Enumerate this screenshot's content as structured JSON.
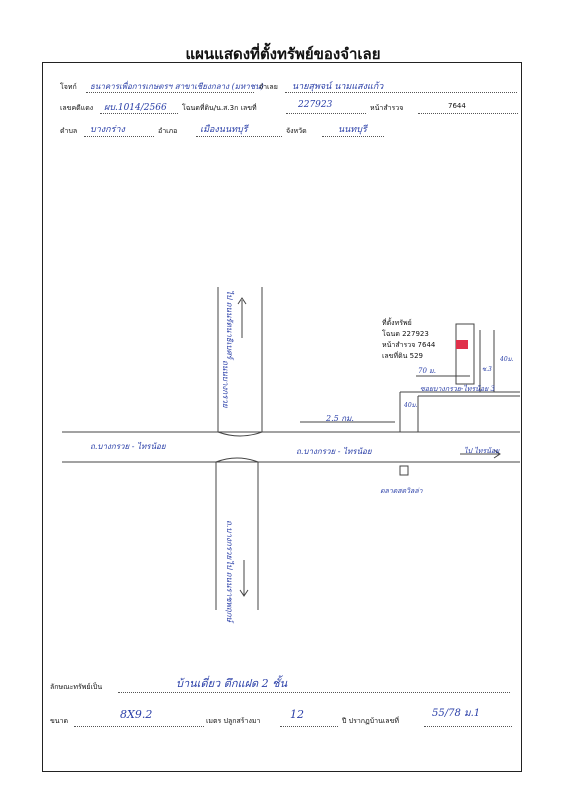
{
  "title": "แผนแสดงที่ตั้งทรัพย์ของจำเลย",
  "form": {
    "plaintiff_label": "โจทก์",
    "plaintiff_value": "ธนาคารเพื่อการเกษตรฯ สาขาเชียงกลาง (มหาชน)",
    "defendant_label": "จำเลย",
    "defendant_value": "นายสุพจน์ นามแสงแก้ว",
    "case_label": "เลขคดีแดง",
    "case_value": "ผบ.1014/2566",
    "deed_label": "โฉนดที่ดิน/น.ส.3ก เลขที่",
    "deed_value": "227923",
    "survey_label": "หน้าสำรวจ",
    "survey_value": "7644",
    "subdistrict_label": "ตำบล",
    "subdistrict_value": "บางกร่าง",
    "district_label": "อำเภอ",
    "district_value": "เมืองนนทบุรี",
    "province_label": "จังหวัด",
    "province_value": "นนทบุรี"
  },
  "map": {
    "road_north": "ไป ถนนรัตนาธิเบศร์",
    "road_north_name": "ถนนบางกรวย",
    "road_south_name": "ถ.บางกรวย",
    "road_south": "ไป ถนนราชพฤกษ์",
    "main_road_left": "ถ.บางกรวย - ไทรน้อย",
    "main_road_right": "ถ.บางกรวย - ไทรน้อย",
    "main_road_arrow": "ไป ไทรน้อย",
    "distance": "2.5 กม.",
    "soi_distance": "70 ม.",
    "soi_name": "ซอยบางกรวย-ไทรน้อย 3",
    "lane_a": "40ม.",
    "lane_b": "40ม.",
    "lane_c": "ซ.3",
    "landmark": "ตลาดสดวิลล่า",
    "property_note_1": "ที่ตั้งทรัพย์",
    "property_note_2": "โฉนด 227923",
    "property_note_3": "หน้าสำรวจ 7644",
    "property_note_4": "เลขที่ดิน 529"
  },
  "footer": {
    "type_label": "ลักษณะทรัพย์เป็น",
    "type_value": "บ้านเดี่ยว ตึกแฝด 2 ชั้น",
    "size_label": "ขนาด",
    "size_value": "8X9.2",
    "meter_label": "เมตร ปลูกสร้างมา",
    "age_value": "12",
    "year_label": "ปี ปรากฏบ้านเลขที่",
    "house_value": "55/78 ม.1"
  },
  "colors": {
    "ink": "#2a3fa8",
    "marker": "#e0304a"
  }
}
